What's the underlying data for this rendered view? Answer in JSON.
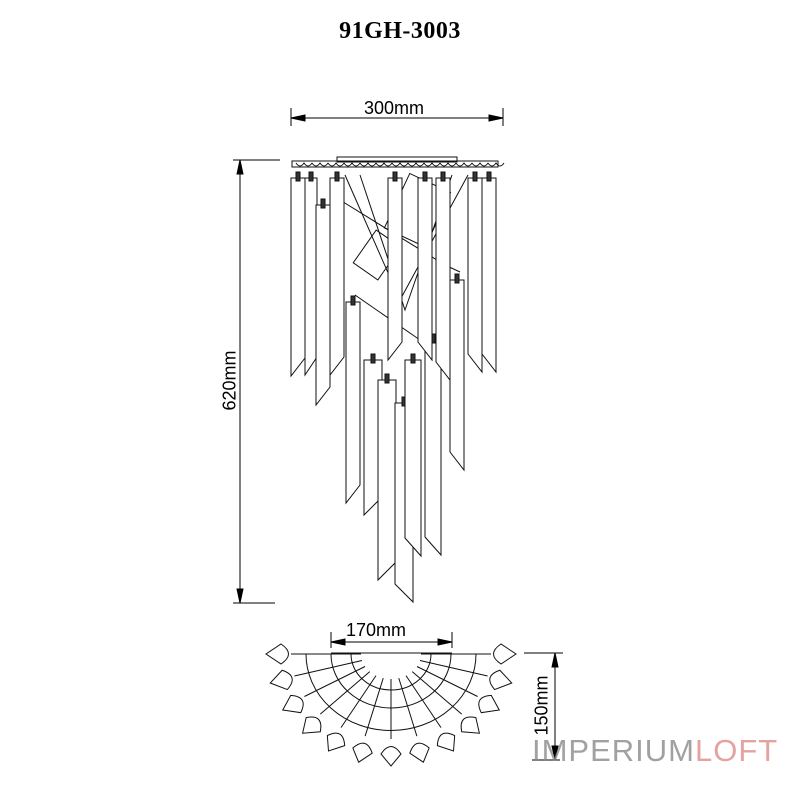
{
  "title": "91GH-3003",
  "dimensions": {
    "width_top": "300mm",
    "height": "620mm",
    "width_base": "170mm",
    "depth": "150mm"
  },
  "watermark": {
    "part1": "IMPERIUM",
    "part2": "LOFT",
    "color1": "#8a8a8a",
    "color2": "#e08a8a"
  }
}
